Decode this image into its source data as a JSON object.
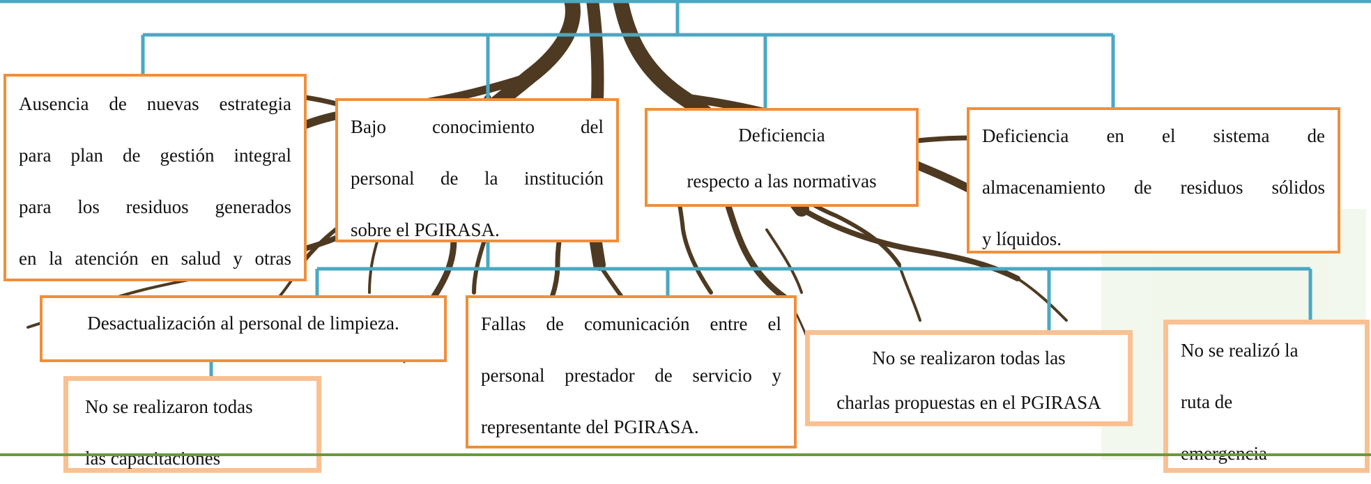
{
  "colors": {
    "connector": "#4aa8c3",
    "box_border": "#ef8f3c",
    "box_border_light": "#f9c192",
    "roots": "#4e3a22",
    "bottom_line": "#6a9a3c"
  },
  "causes": [
    {
      "lines": [
        "Ausencia de nuevas estrategia",
        "para  plan de gestión integral",
        "para los residuos generados",
        "en la atención en salud y otras"
      ]
    },
    {
      "lines": [
        "Bajo conocimiento del",
        "personal de la institución",
        "sobre el PGIRASA."
      ]
    },
    {
      "lines": [
        "Deficiencia",
        "respecto a las normativas"
      ]
    },
    {
      "lines": [
        "Deficiencia en el sistema de",
        "almacenamiento de residuos  sólidos",
        "y  líquidos."
      ]
    }
  ],
  "subcauses": [
    {
      "lines": [
        "Desactualización al personal de limpieza."
      ]
    },
    {
      "lines": [
        "Fallas de comunicación entre el",
        "personal prestador de servicio y",
        "representante  del PGIRASA."
      ]
    },
    {
      "lines": [
        "No se realizaron todas las",
        "charlas propuestas en el PGIRASA"
      ]
    },
    {
      "lines": [
        "No se realizó la",
        "ruta de",
        "emergencia"
      ]
    },
    {
      "lines": [
        "No se realizaron todas",
        "las capacitaciones"
      ]
    }
  ]
}
